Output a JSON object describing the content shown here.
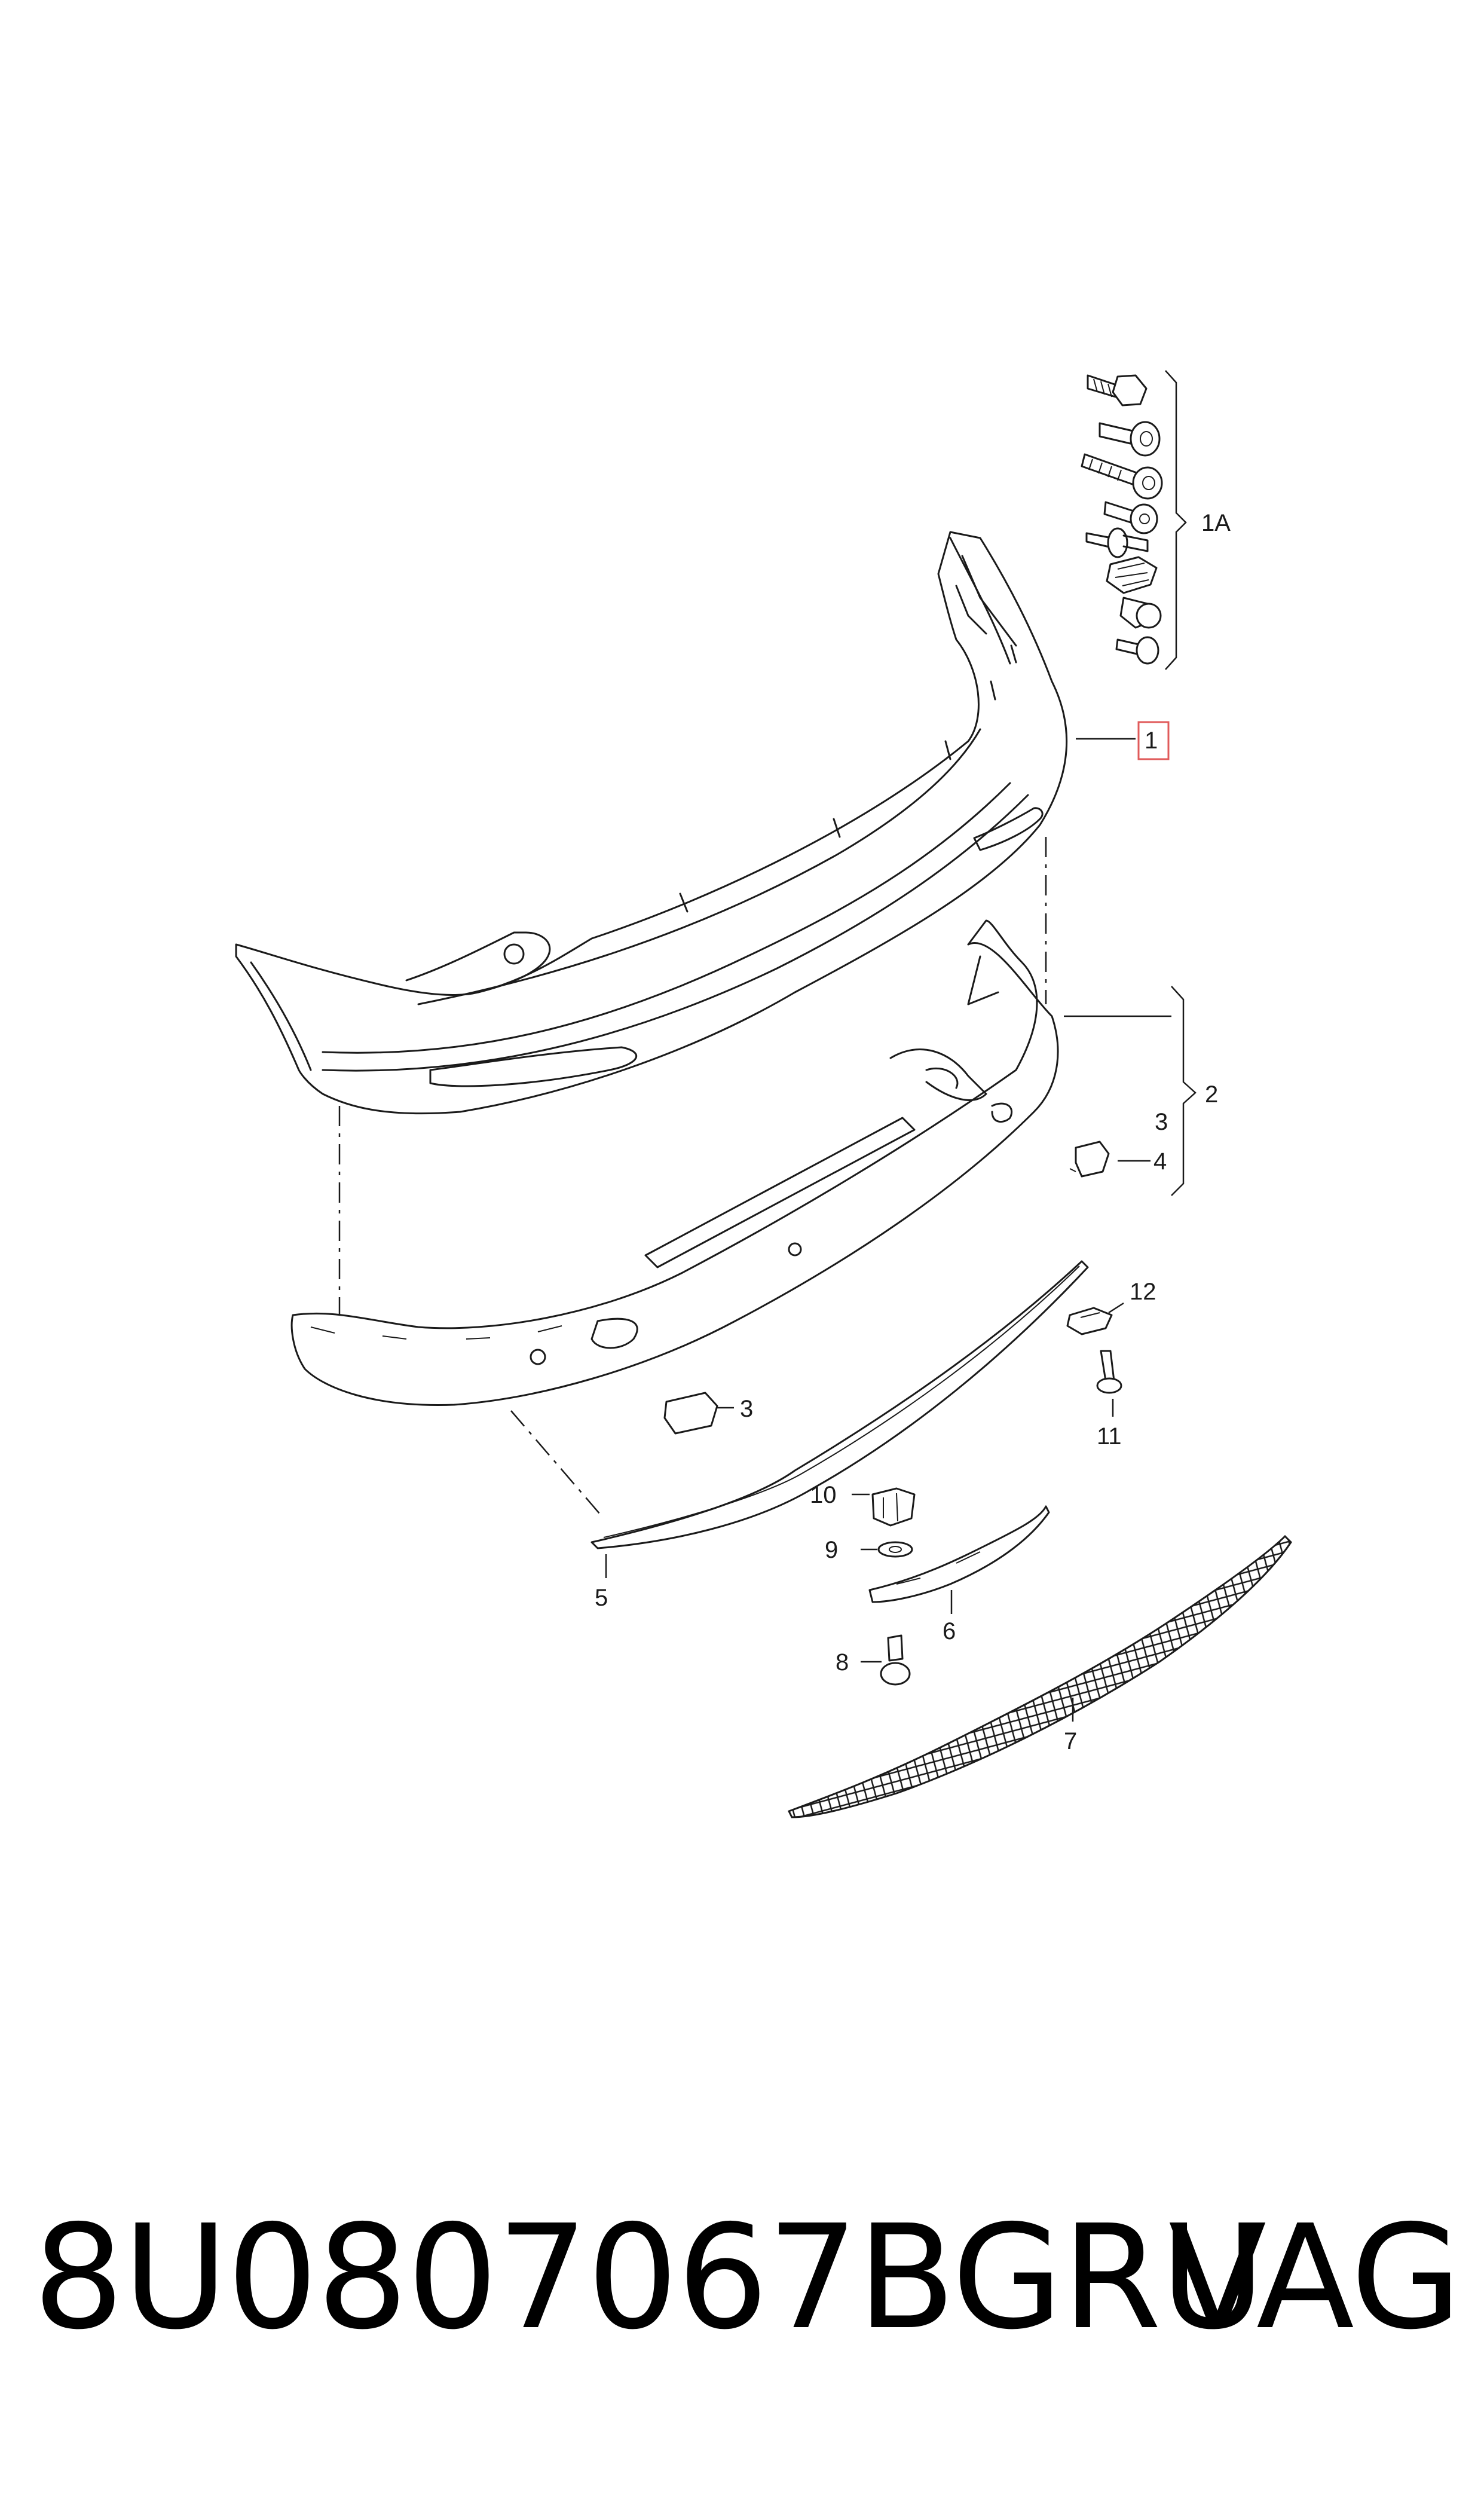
{
  "callouts": {
    "c1a": "1A",
    "c1": "1",
    "c2": "2",
    "c3a": "3",
    "c4": "4",
    "c12": "12",
    "c3b": "3",
    "c11": "11",
    "c10": "10",
    "c9": "9",
    "c5": "5",
    "c6": "6",
    "c8": "8",
    "c7": "7"
  },
  "footer": {
    "part_number": "8U0807067BGRU",
    "brand": "VAG"
  },
  "colors": {
    "line": "#1a1a1a",
    "highlight_box": "#e05a5a"
  }
}
